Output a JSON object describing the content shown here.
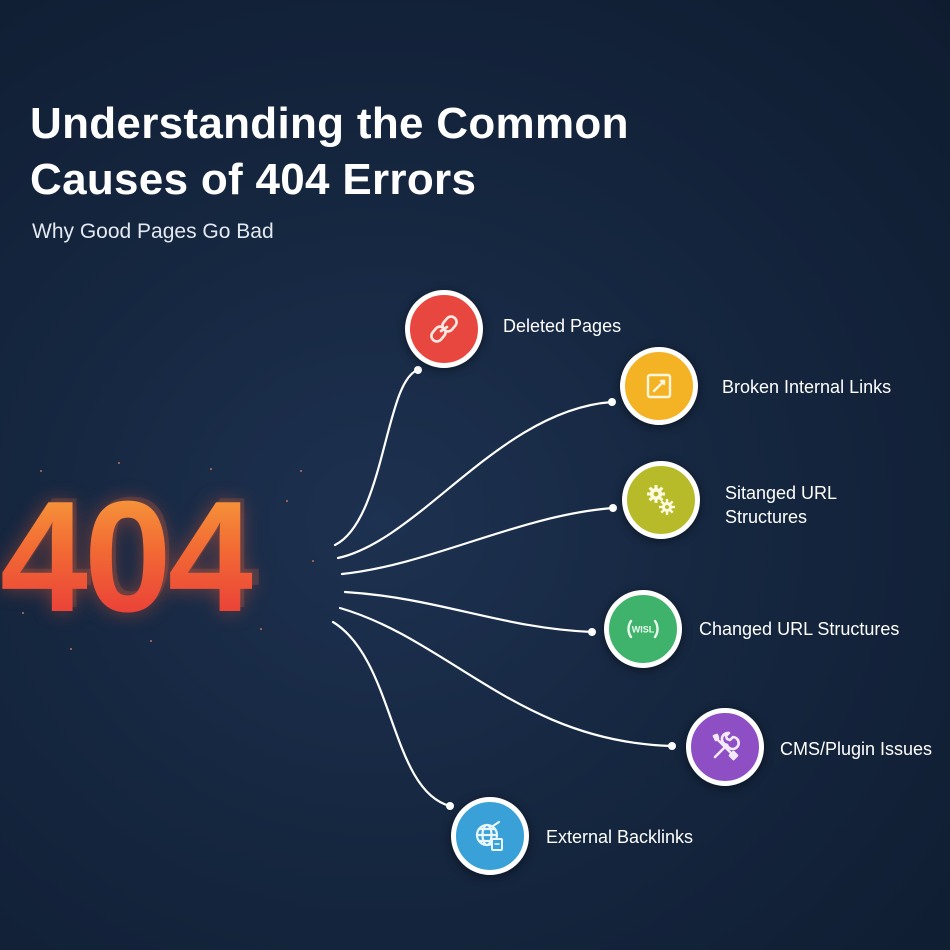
{
  "title_lines": [
    "Understanding the Common",
    "Causes of 404 Errors"
  ],
  "subtitle": "Why Good Pages Go Bad",
  "center_text": "404",
  "colors": {
    "background": "#15263f",
    "accent_404": "#f2592f",
    "connector": "#ffffff"
  },
  "causes": [
    {
      "label": "Deleted Pages",
      "icon": "broken-link-icon",
      "color": "#e8473f"
    },
    {
      "label": "Broken Internal Links",
      "icon": "edit-square-icon",
      "color": "#f4b324"
    },
    {
      "label_lines": [
        "Sitanged URL",
        "Structures"
      ],
      "icon": "gears-icon",
      "color": "#b7bb2a"
    },
    {
      "label": "Changed URL Structures",
      "icon": "url-badge-icon",
      "color": "#3fb36b",
      "icon_text": "WISL"
    },
    {
      "label": "CMS/Plugin Issues",
      "icon": "tools-icon",
      "color": "#8e4fc4"
    },
    {
      "label": "External Backlinks",
      "icon": "globe-doc-icon",
      "color": "#3aa0d8"
    }
  ]
}
